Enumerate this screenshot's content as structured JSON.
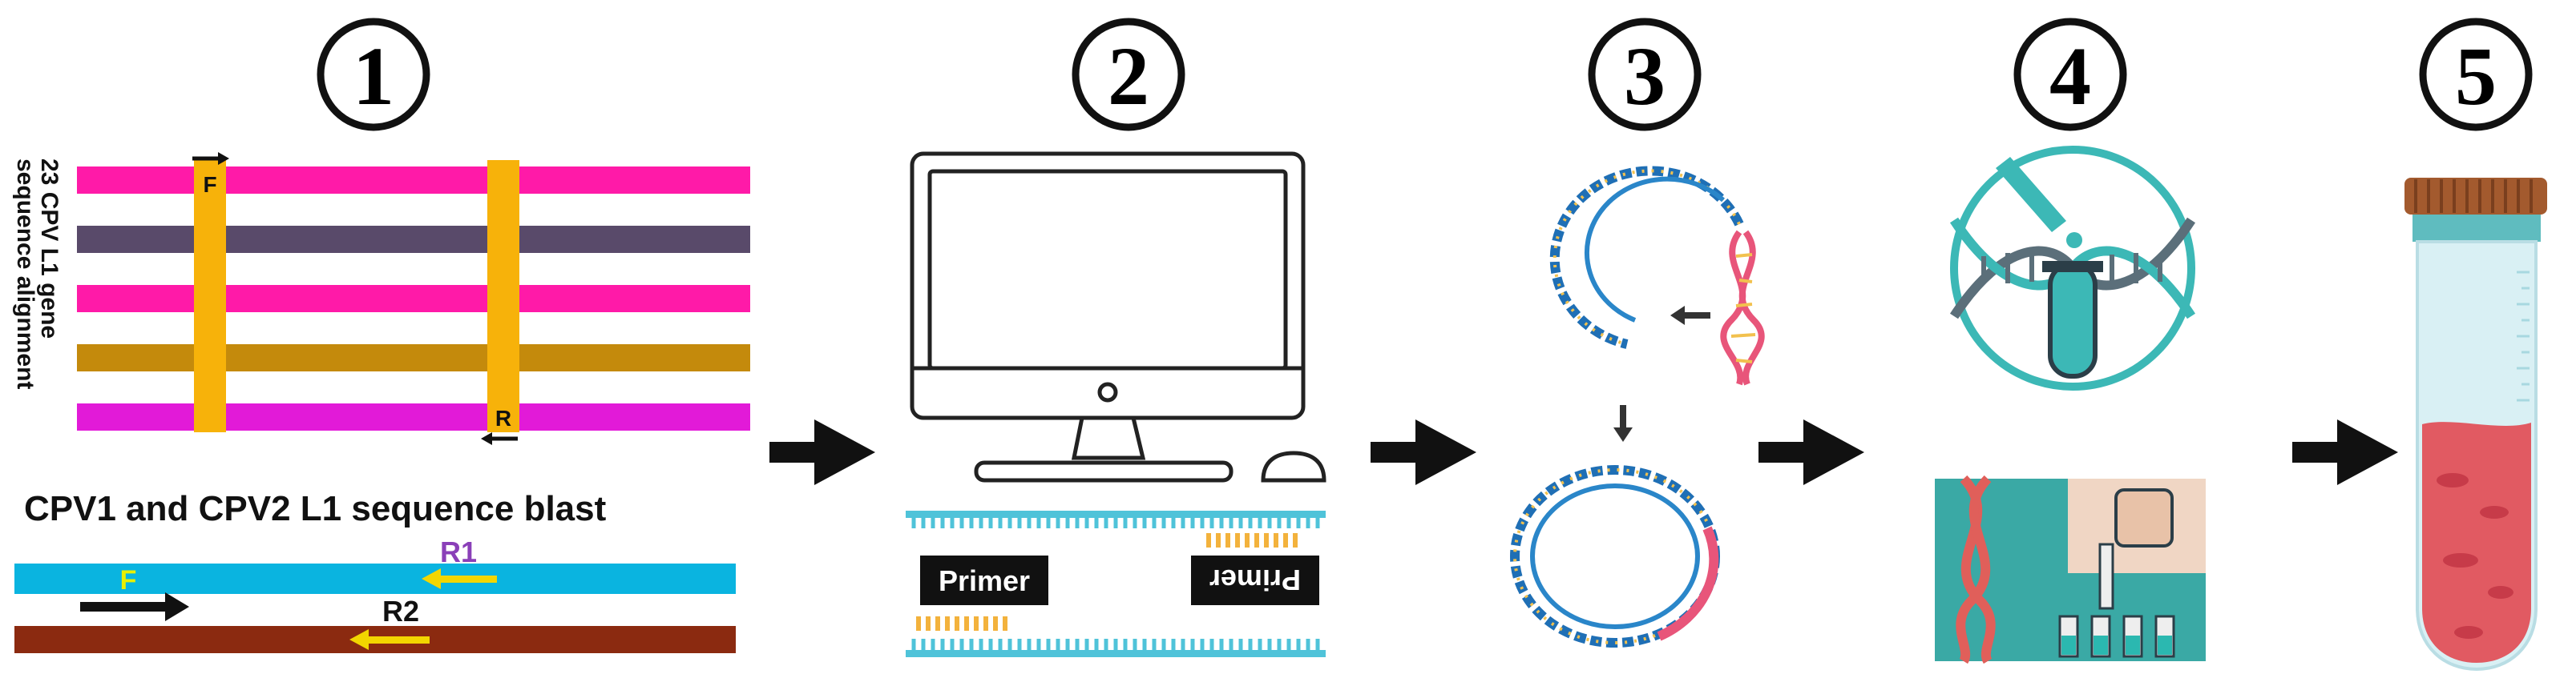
{
  "steps": [
    {
      "number": "1"
    },
    {
      "number": "2"
    },
    {
      "number": "3"
    },
    {
      "number": "4"
    },
    {
      "number": "5"
    }
  ],
  "step1": {
    "alignment_label_line1": "23 CPV L1 gene",
    "alignment_label_line2": "sequence alignment",
    "forward_primer_label": "F",
    "reverse_primer_label": "R",
    "blast_title": "CPV1 and CPV2 L1 sequence blast",
    "blast_f_label": "F",
    "blast_r1_label": "R1",
    "blast_r2_label": "R2"
  },
  "step2": {
    "primer_label_left": "Primer",
    "primer_label_right": "Primer"
  },
  "colors": {
    "magenta": "#ff1aa8",
    "purple_bar": "#594a6a",
    "ochre_bar": "#c48a0c",
    "violet_bar": "#e21ad8",
    "primer_orange": "#f7b20a",
    "cyan_bar": "#0ab4e0",
    "brown_bar": "#8b2a10",
    "arrow_yellow": "#f2d600",
    "label_yellow": "#e8f000",
    "label_purple": "#8a3fb8",
    "teal": "#3cb8b6",
    "test_tube_blood": "#e15a62"
  }
}
